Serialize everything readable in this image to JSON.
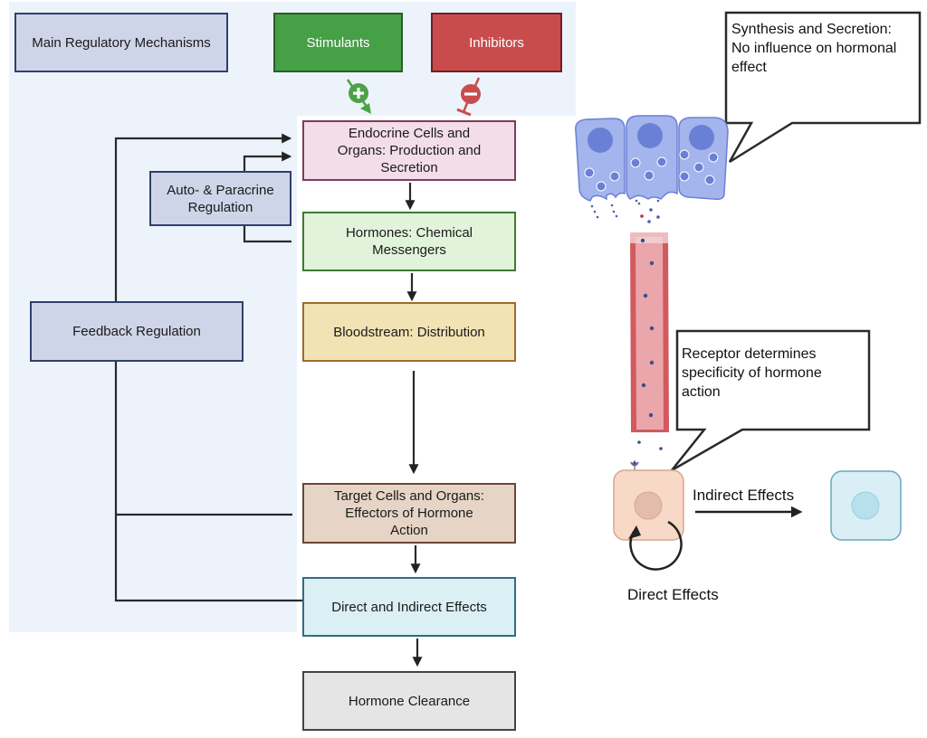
{
  "title": "Main Regulatory Mechanisms",
  "regulators": {
    "stimulants": "Stimulants",
    "inhibitors": "Inhibitors",
    "stimulant_symbol": "plus",
    "inhibitor_symbol": "minus"
  },
  "side_boxes": {
    "auto_paracrine": "Auto- & Paracrine\nRegulation",
    "feedback": "Feedback Regulation"
  },
  "flow_steps": [
    {
      "id": "endocrine",
      "label": "Endocrine Cells and\nOrgans: Production and\nSecretion"
    },
    {
      "id": "hormones",
      "label": "Hormones: Chemical\nMessengers"
    },
    {
      "id": "bloodstream",
      "label": "Bloodstream: Distribution"
    },
    {
      "id": "target",
      "label": "Target Cells and Organs:\nEffectors of Hormone\nAction"
    },
    {
      "id": "effects",
      "label": "Direct and Indirect Effects"
    },
    {
      "id": "clearance",
      "label": "Hormone Clearance"
    }
  ],
  "illustration": {
    "callout_secretion": "Synthesis and Secretion:\nNo influence on hormonal\neffect",
    "callout_receptor": "Receptor determines\nspecificity of hormone\naction",
    "indirect_effects": "Indirect Effects",
    "direct_effects": "Direct Effects"
  },
  "colors": {
    "panel_bg": "#edf3fb",
    "stimulant_green": "#4ba345",
    "inhibitor_red": "#c94c4d",
    "cell_blue": "#a4b4ec",
    "nucleus_blue": "#6a80d6",
    "vessel_red": "#d25a5e",
    "target_cell": "#f8d8c6",
    "other_cell": "#d9eff5"
  }
}
